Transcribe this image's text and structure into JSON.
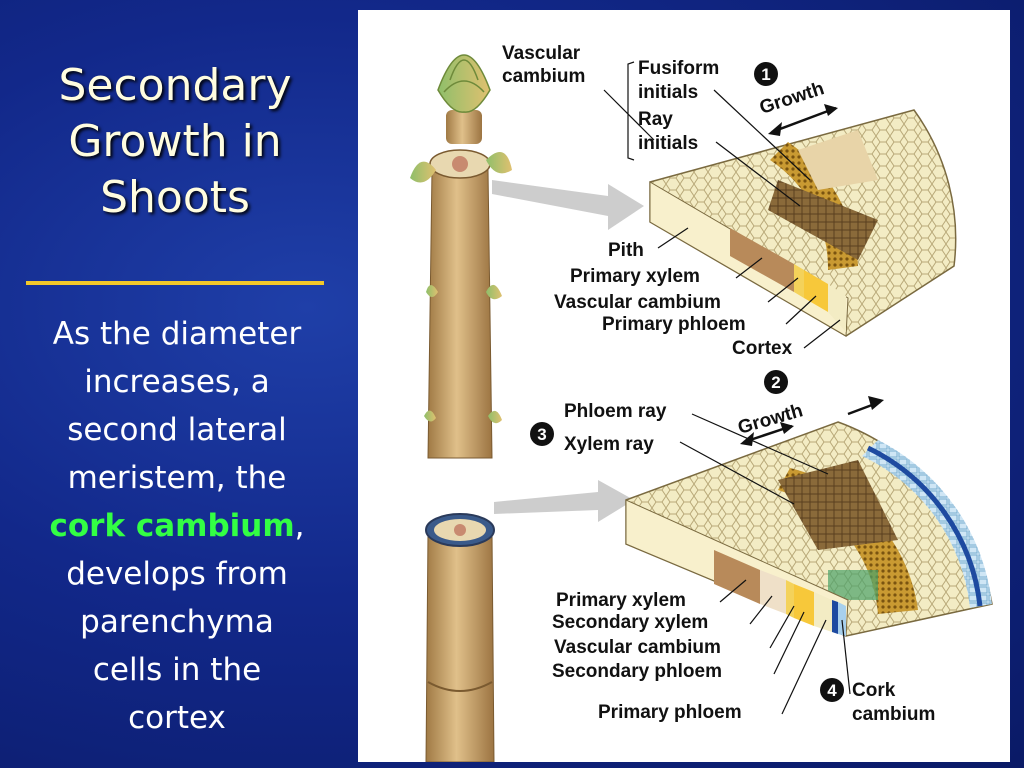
{
  "slide": {
    "title_lines": [
      "Secondary",
      "Growth in",
      "Shoots"
    ],
    "body_lines": [
      "As the diameter",
      "increases, a",
      "second lateral",
      "meristem, the"
    ],
    "body_highlight": "cork cambium",
    "body_highlight_suffix": ",",
    "body_tail_lines": [
      "develops from",
      "parenchyma",
      "cells in the",
      "cortex"
    ]
  },
  "colors": {
    "background": "#12288a",
    "title": "#fffde0",
    "rule": "#f2c82a",
    "highlight": "#33ff44"
  },
  "diagram": {
    "top": {
      "vascular_cambium": [
        "Vascular",
        "cambium"
      ],
      "fusiform_initials": [
        "Fusiform",
        "initials"
      ],
      "ray_initials": [
        "Ray",
        "initials"
      ],
      "badge": "1",
      "growth": "Growth",
      "pith": "Pith",
      "primary_xylem": "Primary xylem",
      "vascular_cambium_2": "Vascular cambium",
      "primary_phloem": "Primary phloem",
      "cortex": "Cortex"
    },
    "bottom": {
      "badge_2": "2",
      "growth": "Growth",
      "phloem_ray": "Phloem ray",
      "badge_3": "3",
      "xylem_ray": "Xylem ray",
      "primary_xylem": "Primary xylem",
      "secondary_xylem": "Secondary xylem",
      "vascular_cambium": "Vascular cambium",
      "secondary_phloem": "Secondary phloem",
      "primary_phloem": "Primary phloem",
      "badge_4": "4",
      "cork_cambium": [
        "Cork",
        "cambium"
      ]
    }
  }
}
